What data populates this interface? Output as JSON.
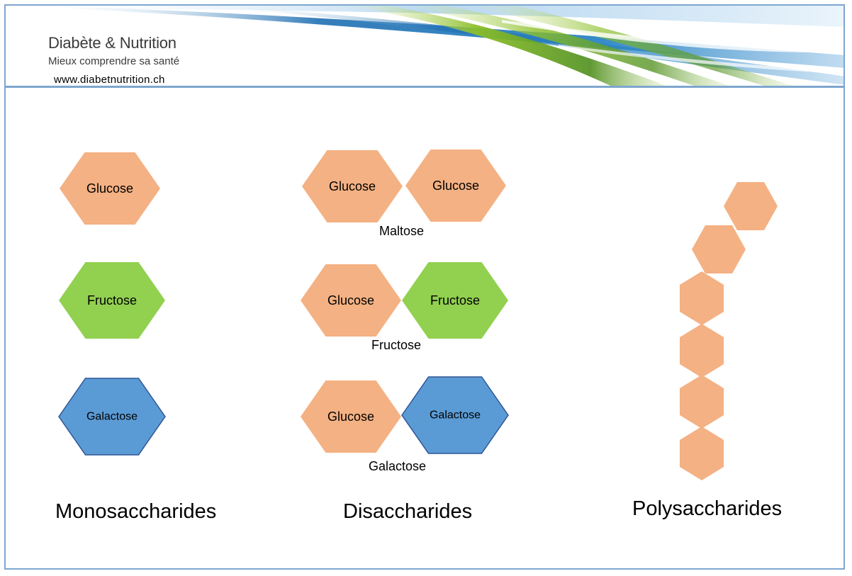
{
  "header": {
    "title": "Diabète & Nutrition",
    "subtitle": "Mieux comprendre sa santé",
    "url": "www.diabetnutrition.ch"
  },
  "colors": {
    "glucose": "#f4b183",
    "fructose": "#92d050",
    "galactose": "#5b9bd5",
    "frame": "#7ea6cf"
  },
  "monosaccharides": {
    "label": "Monosaccharides",
    "items": [
      {
        "name": "Glucose",
        "type": "glucose"
      },
      {
        "name": "Fructose",
        "type": "fructose"
      },
      {
        "name": "Galactose",
        "type": "galactose"
      }
    ]
  },
  "disaccharides": {
    "label": "Disaccharides",
    "pairs": [
      {
        "units": [
          {
            "name": "Glucose",
            "type": "glucose"
          },
          {
            "name": "Glucose",
            "type": "glucose"
          }
        ],
        "caption": "Maltose"
      },
      {
        "units": [
          {
            "name": "Glucose",
            "type": "glucose"
          },
          {
            "name": "Fructose",
            "type": "fructose"
          }
        ],
        "caption": "Fructose"
      },
      {
        "units": [
          {
            "name": "Glucose",
            "type": "glucose"
          },
          {
            "name": "Galactose",
            "type": "galactose"
          }
        ],
        "caption": "Galactose"
      }
    ]
  },
  "polysaccharides": {
    "label": "Polysaccharides",
    "unit_count": 6,
    "unit_type": "glucose"
  }
}
